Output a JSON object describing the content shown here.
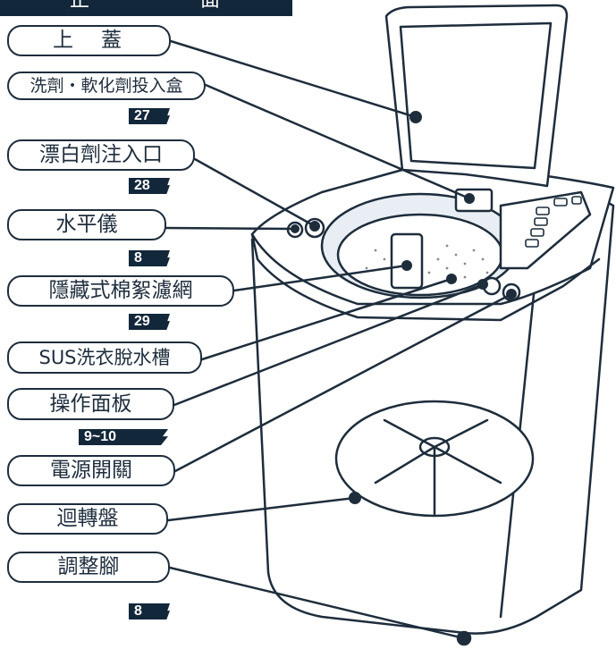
{
  "header": {
    "left_char": "正",
    "right_char": "面"
  },
  "labels": [
    {
      "id": "lid",
      "text": "上　蓋",
      "page": ""
    },
    {
      "id": "detergent-box",
      "text": "洗劑・軟化劑投入盒",
      "page": "27"
    },
    {
      "id": "bleach-inlet",
      "text": "漂白劑注入口",
      "page": "28"
    },
    {
      "id": "level",
      "text": "水平儀",
      "page": "8"
    },
    {
      "id": "lint-filter",
      "text": "隱藏式棉絮濾網",
      "page": "29"
    },
    {
      "id": "tub",
      "text": "SUS洗衣脫水槽",
      "page": ""
    },
    {
      "id": "control-panel",
      "text": "操作面板",
      "page": "9~10"
    },
    {
      "id": "power-switch",
      "text": "電源開關",
      "page": ""
    },
    {
      "id": "pulsator",
      "text": "迴轉盤",
      "page": ""
    },
    {
      "id": "adjust-foot",
      "text": "調整腳",
      "page": "8"
    }
  ],
  "colors": {
    "ink": "#1e2d3c",
    "tag_bg": "#13273a",
    "machine_fill": "#ffffff",
    "tub_fill": "#e8eef3"
  }
}
